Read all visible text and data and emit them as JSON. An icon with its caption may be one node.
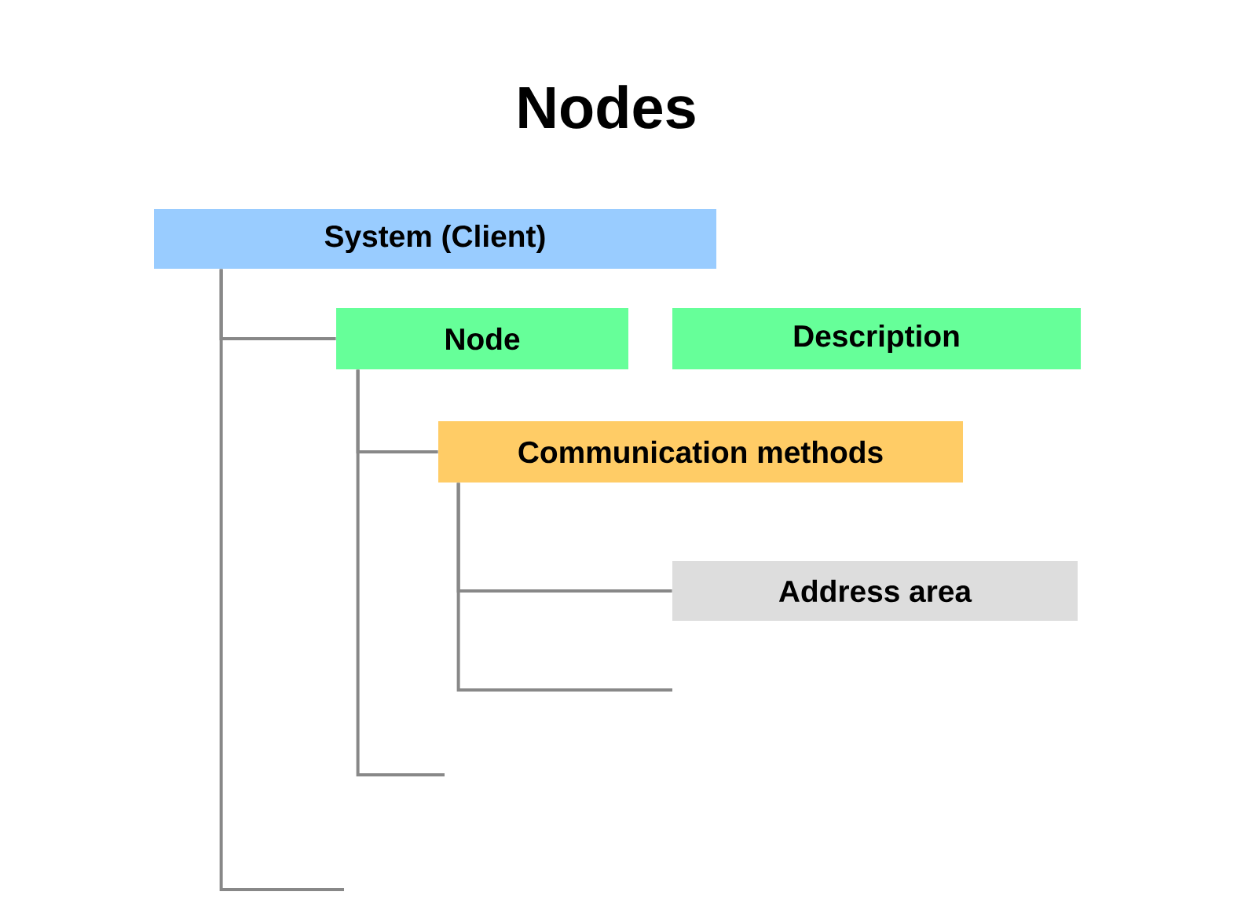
{
  "diagram": {
    "title": "Nodes",
    "nodes": [
      {
        "text": [
          "System (Client)"
        ]
      },
      {
        "text": [
          "Node"
        ]
      },
      {
        "text": [
          "Description"
        ]
      },
      {
        "text": [
          "Communication methods"
        ]
      },
      {
        "text": [
          "Address area"
        ]
      }
    ],
    "edges": [
      {
        "from": 0,
        "to": 1,
        "arrow": "none"
      },
      {
        "from": 0,
        "to": null,
        "arrow": "none"
      },
      {
        "from": 1,
        "to": 3,
        "arrow": "none"
      },
      {
        "from": 1,
        "to": null,
        "arrow": "none"
      },
      {
        "from": 3,
        "to": 4,
        "arrow": "none"
      },
      {
        "from": 3,
        "to": null,
        "arrow": "none"
      }
    ]
  }
}
